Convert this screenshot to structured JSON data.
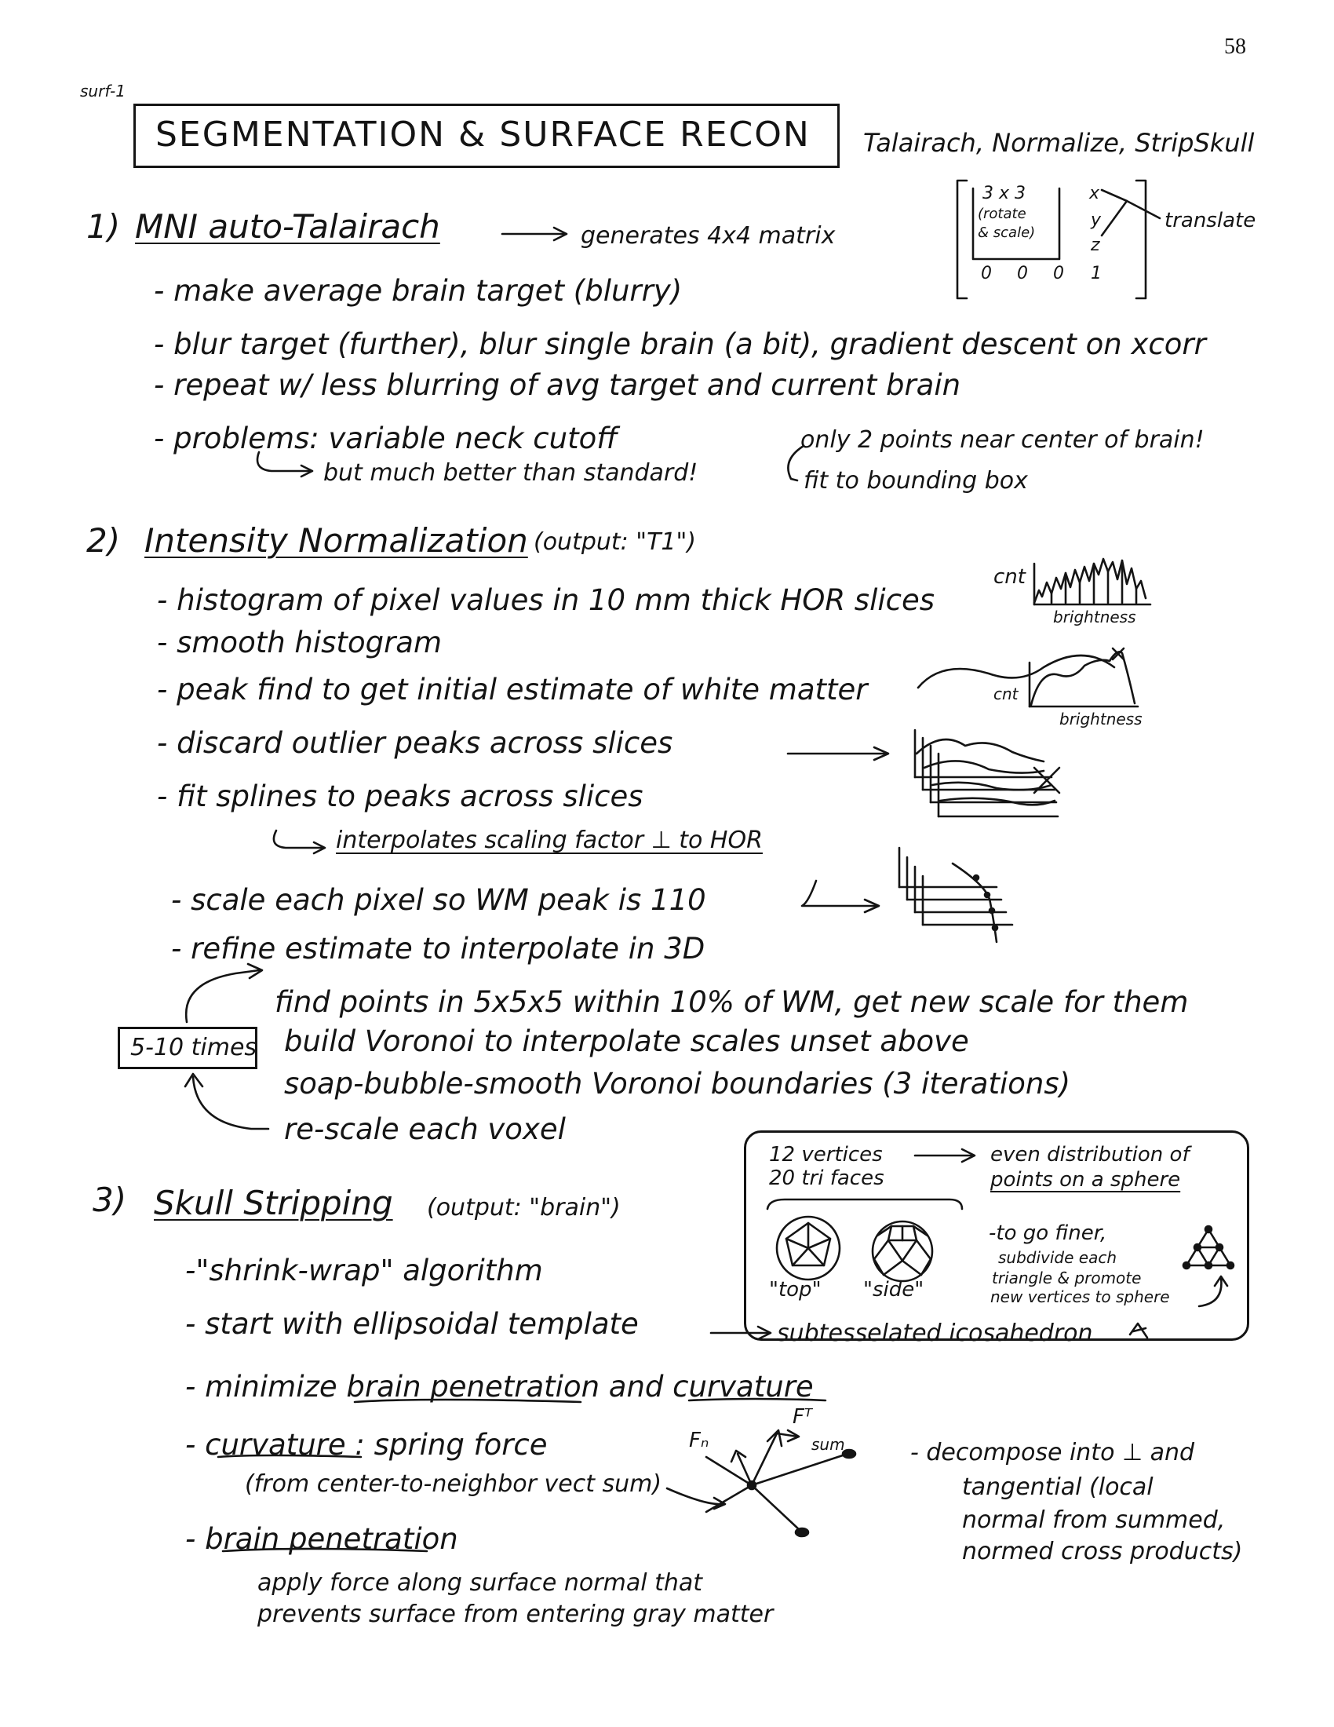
{
  "page": {
    "number": "58",
    "corner_tag": "surf-1"
  },
  "title": {
    "boxed": "SEGMENTATION & SURFACE RECON",
    "subtitle": "Talairach, Normalize, StripSkull"
  },
  "section1": {
    "number": "1)",
    "heading": "MNI auto-Talairach",
    "arrow_note": "generates 4x4 matrix",
    "matrix": {
      "block": [
        "3 x 3",
        "(rotate",
        "& scale)"
      ],
      "col": [
        "x",
        "y",
        "z"
      ],
      "bottom": [
        "0",
        "0",
        "0",
        "1"
      ],
      "translate_label": "translate"
    },
    "items": [
      "- make average brain target (blurry)",
      "- blur target (further), blur single brain (a bit), gradient descent on xcorr",
      "- repeat w/ less blurring of avg target and current brain",
      "- problems: variable neck cutoff"
    ],
    "sub_note": "but much better than standard!",
    "side_note_1": "only 2 points near center of brain!",
    "side_note_2": "fit to bounding box"
  },
  "section2": {
    "number": "2)",
    "heading": "Intensity Normalization",
    "heading_suffix": "(output: \"T1\")",
    "items": [
      "- histogram of pixel values in 10 mm thick HOR slices",
      "- smooth histogram",
      "- peak find to get initial estimate of white matter",
      "- discard outlier peaks across slices",
      "- fit splines to peaks across slices",
      "interpolates scaling factor ⊥ to HOR",
      "- scale each pixel so WM peak is 110",
      "- refine estimate to interpolate in 3D"
    ],
    "loop_label": "5-10 times",
    "loop_items": [
      "find points in 5x5x5 within 10% of WM, get new scale for them",
      "build Voronoi to interpolate scales unset above",
      "soap-bubble-smooth Voronoi boundaries (3 iterations)",
      "re-scale each voxel"
    ],
    "hist_label_cnt": "cnt",
    "hist_label_brightness": "brightness"
  },
  "section3": {
    "number": "3)",
    "heading": "Skull Stripping",
    "heading_suffix": "(output: \"brain\")",
    "items": [
      "-\"shrink-wrap\" algorithm",
      "- start with ellipsoidal template",
      "- minimize brain penetration and curvature",
      "- curvature : spring force",
      "(from center-to-neighbor vect sum)",
      "- brain penetration",
      "apply force along surface normal that",
      "prevents surface from entering gray matter"
    ],
    "template_note": "subtesselated icosahedron",
    "force_labels": [
      "Fₙ",
      "Fᵀ",
      "sum"
    ],
    "decompose_note": [
      "- decompose into ⊥ and",
      "tangential (local",
      "normal from summed,",
      "normed cross products)"
    ],
    "sphere_box": {
      "line1": "12 vertices",
      "line2": "20 tri faces",
      "right1": "even distribution of",
      "right2": "points on a sphere",
      "view_top": "\"top\"",
      "view_side": "\"side\"",
      "finer": [
        "-to go finer,",
        "subdivide each",
        "triangle & promote",
        "new vertices to sphere"
      ]
    }
  }
}
